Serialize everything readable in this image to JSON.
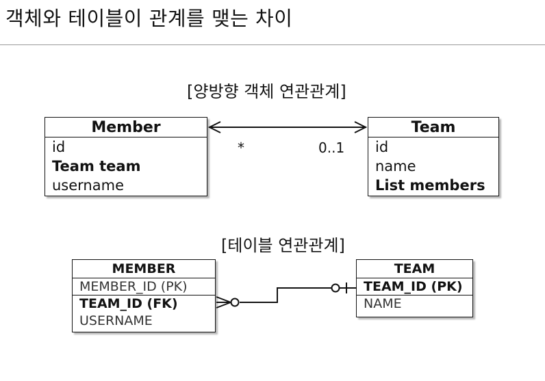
{
  "title": "객체와 테이블이 관계를 맺는 차이",
  "object_section": {
    "caption": "[양방향 객체 연관관계]",
    "member": {
      "name": "Member",
      "fields": [
        {
          "text": "id",
          "bold": false
        },
        {
          "text": "Team team",
          "bold": true
        },
        {
          "text": "username",
          "bold": false
        }
      ]
    },
    "team": {
      "name": "Team",
      "fields": [
        {
          "text": "id",
          "bold": false
        },
        {
          "text": "name",
          "bold": false
        },
        {
          "text": "List members",
          "bold": true
        }
      ]
    },
    "association": {
      "member_side_multiplicity": "*",
      "team_side_multiplicity": "0..1",
      "direction": "bidirectional"
    }
  },
  "table_section": {
    "caption": "[테이블 연관관계]",
    "member_table": {
      "name": "MEMBER",
      "columns": [
        {
          "text": "MEMBER_ID (PK)",
          "bold": false
        },
        {
          "text": "TEAM_ID (FK)",
          "bold": true
        },
        {
          "text": "USERNAME",
          "bold": false
        }
      ]
    },
    "team_table": {
      "name": "TEAM",
      "columns": [
        {
          "text": "TEAM_ID (PK)",
          "bold": true
        },
        {
          "text": "NAME",
          "bold": false
        }
      ]
    },
    "relationship": {
      "member_end": "zero-or-many",
      "team_end": "zero-or-one"
    }
  }
}
